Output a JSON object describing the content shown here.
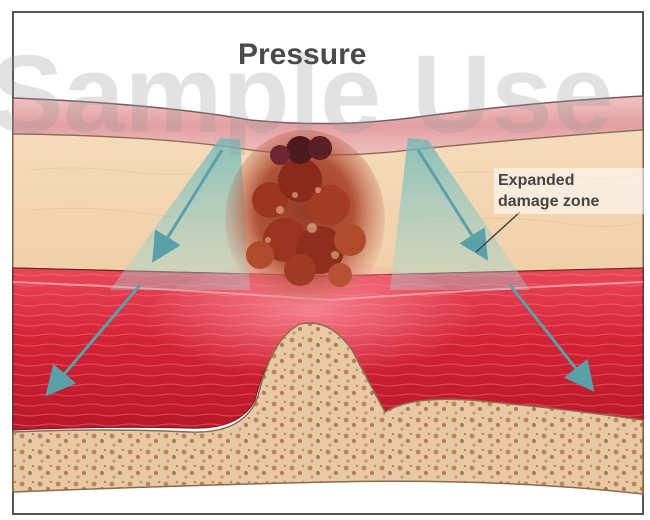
{
  "title": "Pressure",
  "callout": {
    "line1": "Expanded",
    "line2": "damage zone"
  },
  "watermark": "Sample Use",
  "colors": {
    "skin": "#e8a8a8",
    "fat": "#f3d8b4",
    "muscle": "#d8293b",
    "bone": "#e6c6a4",
    "damage": "#8c2a1e",
    "cone": "#7dc3c0",
    "arrow": "#5aa0a8",
    "frame": "#555555"
  }
}
